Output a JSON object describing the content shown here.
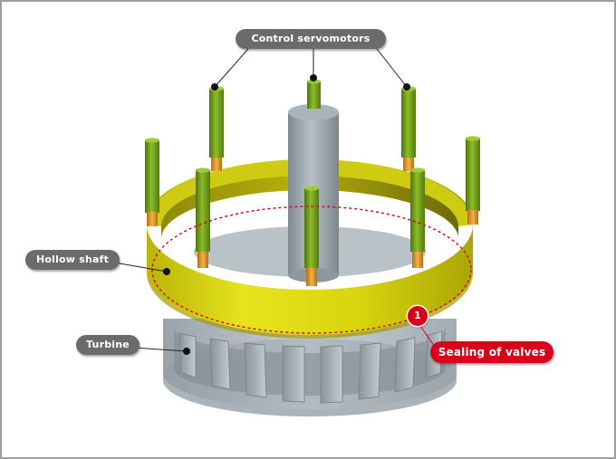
{
  "labels": {
    "control_servomotors": "Control servomotors",
    "hollow_shaft": "Hollow shaft",
    "turbine": "Turbine",
    "sealing_of_valves": "Sealing of valves",
    "marker_number": "1"
  },
  "colors": {
    "label_grey": "#6b6b6b",
    "accent_red": "#d9001b",
    "ring_yellow": "#d8d40e",
    "rod_green": "#79a51d",
    "rod_orange": "#e8a028",
    "shaft_steel": "#9aa6ad",
    "turbine_grey": "#b5bec4",
    "frame_border": "#9e9e9e"
  }
}
